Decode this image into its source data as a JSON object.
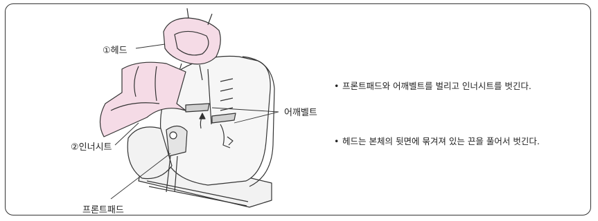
{
  "labels": {
    "head": "①헤드",
    "inner_seat": "②인너시트",
    "shoulder_belt": "어깨벨트",
    "front_pad": "프론트패드"
  },
  "instructions": [
    {
      "bullet": "•",
      "text": "프론트패드와 어깨벨트를 벌리고 인너시트를 벗긴다."
    },
    {
      "bullet": "•",
      "text": "헤드는 본체의 뒷면에 묶겨져 있는 끈을 풀어서 벗긴다."
    }
  ],
  "colors": {
    "pink_fill": "#f5dbe6",
    "seat_fill": "#f4f4f4",
    "outline": "#333333"
  }
}
